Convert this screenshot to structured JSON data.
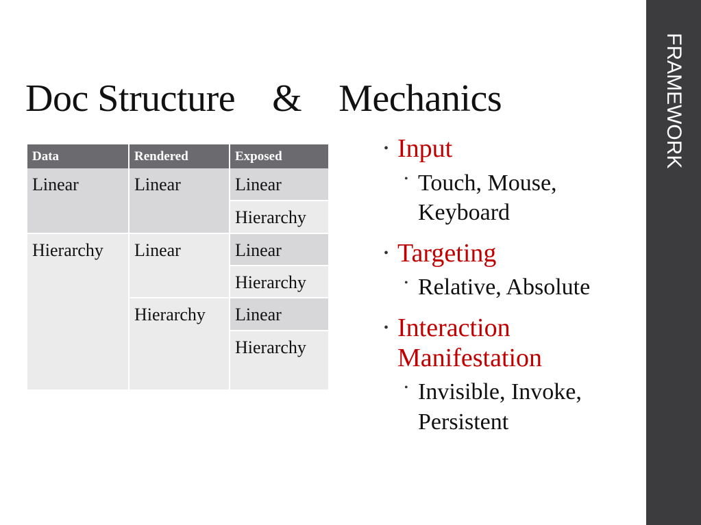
{
  "sidebar": {
    "label": "FRAMEWORK",
    "color": "#3c3c3f"
  },
  "title": "Doc Structure    &    Mechanics",
  "table": {
    "header_color": "#6b6b6f",
    "headers": [
      "Data",
      "Rendered",
      "Exposed"
    ],
    "rows": [
      {
        "data": "Linear",
        "rendered": "Linear",
        "exposed": "Linear"
      },
      {
        "data": "",
        "rendered": "",
        "exposed": "Hierarchy"
      },
      {
        "data": "Hierarchy",
        "rendered": "Linear",
        "exposed": "Linear"
      },
      {
        "data": "",
        "rendered": "",
        "exposed": "Hierarchy"
      },
      {
        "data": "",
        "rendered": "Hierarchy",
        "exposed": "Linear"
      },
      {
        "data": "",
        "rendered": "",
        "exposed": "Hierarchy"
      }
    ]
  },
  "bullets": {
    "accent_color": "#c00000",
    "items": [
      {
        "label": "Input",
        "sub": "Touch, Mouse, Keyboard"
      },
      {
        "label": "Targeting",
        "sub": "Relative, Absolute"
      },
      {
        "label": "Interaction Manifestation",
        "sub": "Invisible, Invoke, Persistent"
      }
    ]
  }
}
